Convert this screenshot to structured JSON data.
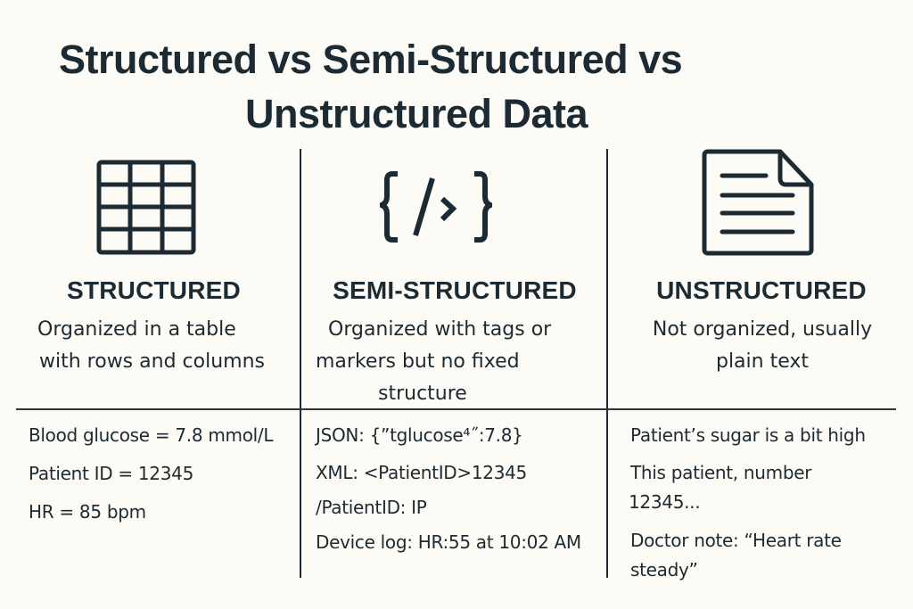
{
  "title": {
    "line1": "Structured vs Semi-Structured vs",
    "line2": "Unstructured Data"
  },
  "columns": [
    {
      "icon": "table-grid-icon",
      "heading": "STRUCTURED",
      "description": [
        "Organized in a table",
        "with rows and columns"
      ],
      "examples": [
        "Blood glucose = 7.8 mmol/L",
        "Patient ID = 12345",
        "HR = 85 bpm"
      ]
    },
    {
      "icon": "code-braces-icon",
      "heading": "SEMI-STRUCTURED",
      "description": [
        "Organized with tags or",
        "markers but no fixed",
        "structure"
      ],
      "examples": [
        "JSON: {”tglucose⁴˝:7.8}",
        "XML: <PatientID>12345",
        "/PatientID: IP",
        "Device log: HR:55 at 10:02 AM"
      ]
    },
    {
      "icon": "document-icon",
      "heading": "UNSTRUCTURED",
      "description": [
        "Not organized, usually",
        "plain text"
      ],
      "examples": [
        "Patient’s sugar is a bit high",
        "This patient, number",
        "12345...",
        "Doctor note: “Heart rate",
        "steady”"
      ]
    }
  ],
  "colors": {
    "background": "#fcfbf6",
    "ink": "#1c2a33"
  }
}
